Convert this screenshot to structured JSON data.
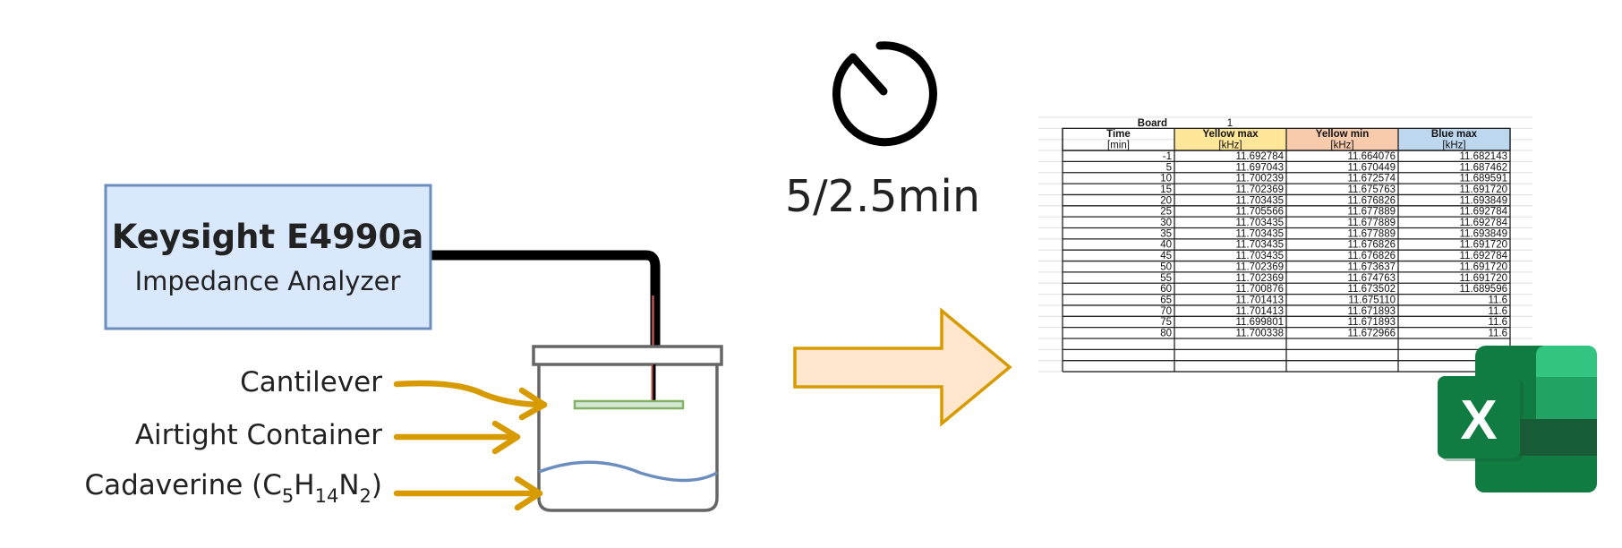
{
  "analyzer": {
    "title": "Keysight E4990a",
    "subtitle": "Impedance Analyzer"
  },
  "labels": {
    "cantilever": "Cantilever",
    "container": "Airtight Container",
    "cadaverine_prefix": "Cadaverine (C",
    "sub1": "5",
    "h": "H",
    "sub2": "14",
    "n": "N",
    "sub3": "2",
    "close": ")"
  },
  "timer": {
    "text": "5/2.5min",
    "icon": "stopwatch-icon"
  },
  "colors": {
    "box_fill": "#dae8fc",
    "box_stroke": "#6c8ebf",
    "arrow_gold": "#d79b00",
    "big_arrow_fill": "#ffe6cc",
    "cantilever_fill": "#d5e8d4",
    "cantilever_stroke": "#82b366",
    "liquid": "#6c8ebf",
    "header_yellow": "#ffe699",
    "header_salmon": "#f8cbad",
    "header_blue": "#bdd7ee",
    "excel_green": "#107c41"
  },
  "spreadsheet": {
    "board_label": "Board",
    "board_value": "1",
    "headers": [
      "Time",
      "Yellow max",
      "Yellow min",
      "Blue max"
    ],
    "units": [
      "[min]",
      "[kHz]",
      "[kHz]",
      "[kHz]"
    ],
    "rows": [
      [
        "-1",
        "11.692784",
        "11.664076",
        "11.682143"
      ],
      [
        "5",
        "11.697043",
        "11.670449",
        "11.687462"
      ],
      [
        "10",
        "11.700239",
        "11.672574",
        "11.689591"
      ],
      [
        "15",
        "11.702369",
        "11.675763",
        "11.691720"
      ],
      [
        "20",
        "11.703435",
        "11.676826",
        "11.693849"
      ],
      [
        "25",
        "11.705566",
        "11.677889",
        "11.692784"
      ],
      [
        "30",
        "11.703435",
        "11.677889",
        "11.692784"
      ],
      [
        "35",
        "11.703435",
        "11.677889",
        "11.693849"
      ],
      [
        "40",
        "11.703435",
        "11.676826",
        "11.691720"
      ],
      [
        "45",
        "11.703435",
        "11.676826",
        "11.692784"
      ],
      [
        "50",
        "11.702369",
        "11.673637",
        "11.691720"
      ],
      [
        "55",
        "11.702369",
        "11.674763",
        "11.691720"
      ],
      [
        "60",
        "11.700876",
        "11.673502",
        "11.689596"
      ],
      [
        "65",
        "11.701413",
        "11.675110",
        "11.6"
      ],
      [
        "70",
        "11.701413",
        "11.671893",
        "11.6"
      ],
      [
        "75",
        "11.699801",
        "11.671893",
        "11.6"
      ],
      [
        "80",
        "11.700338",
        "11.672966",
        "11.6"
      ]
    ],
    "empty_rows": 3
  },
  "excel_logo": {
    "letter": "X",
    "icon": "excel-logo-icon"
  }
}
